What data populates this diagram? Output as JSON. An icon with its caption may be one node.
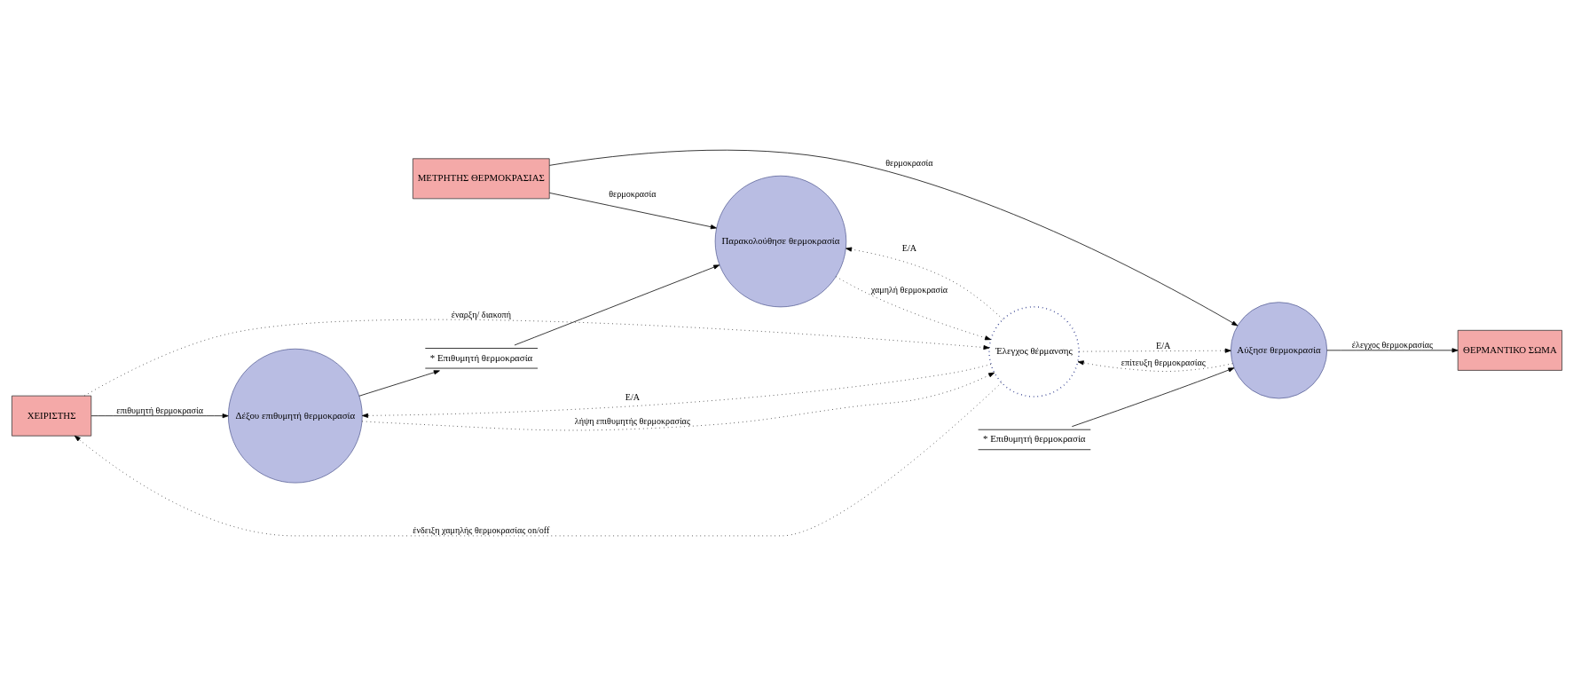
{
  "diagram": {
    "nodes": [
      {
        "text": [
          "ΧΕΙΡΙΣΤΗΣ"
        ]
      },
      {
        "text": [
          "Δέξου επιθυμητή θερμοκρασία"
        ]
      },
      {
        "text": [
          "* Επιθυμητή θερμοκρασία"
        ]
      },
      {
        "text": [
          "Παρακολούθησε θερμοκρασία"
        ]
      },
      {
        "text": [
          "ΜΕΤΡΗΤΗΣ ΘΕΡΜΟΚΡΑΣΙΑΣ"
        ]
      },
      {
        "text": [
          "Έλεγχος θέρμανσης"
        ]
      },
      {
        "text": [
          "Αύξησε θερμοκρασία"
        ]
      },
      {
        "text": [
          "* Επιθυμητή θερμοκρασία"
        ]
      },
      {
        "text": [
          "ΘΕΡΜΑΝΤΙΚΟ ΣΩΜΑ"
        ]
      }
    ],
    "edges": [
      {
        "from": 0,
        "to": 1,
        "arrow": "to",
        "label": "επιθυμητή θερμοκρασία"
      },
      {
        "from": 1,
        "to": 2,
        "arrow": "to"
      },
      {
        "from": 2,
        "to": 3,
        "arrow": "to"
      },
      {
        "from": 4,
        "to": 3,
        "arrow": "to",
        "label": "θερμοκρασία"
      },
      {
        "from": 4,
        "to": 6,
        "arrow": "to",
        "label": "θερμοκρασία"
      },
      {
        "from": 5,
        "to": 1,
        "arrow": "to",
        "label": "Ε/Α",
        "style": "dashed"
      },
      {
        "from": 1,
        "to": 5,
        "arrow": "to",
        "label": "λήψη επιθυμητής θερμοκρασίας",
        "style": "dashed"
      },
      {
        "from": 0,
        "to": 5,
        "arrow": "to",
        "label": "έναρξη/ διακοπή",
        "style": "dashed"
      },
      {
        "from": 5,
        "to": 0,
        "arrow": "to",
        "label": "ένδειξη χαμηλής θερμοκρασίας on/off",
        "style": "dashed"
      },
      {
        "from": 5,
        "to": 3,
        "arrow": "to",
        "label": "Ε/Α",
        "style": "dashed"
      },
      {
        "from": 3,
        "to": 5,
        "arrow": "to",
        "label": "χαμηλή θερμοκρασία",
        "style": "dashed"
      },
      {
        "from": 5,
        "to": 6,
        "arrow": "to",
        "label": "Ε/Α",
        "style": "dashed"
      },
      {
        "from": 6,
        "to": 5,
        "arrow": "to",
        "label": "επίτευξη θερμοκρασίας",
        "style": "dashed"
      },
      {
        "from": 7,
        "to": 6,
        "arrow": "to"
      },
      {
        "from": 6,
        "to": 8,
        "arrow": "to",
        "label": "έλεγχος θερμοκρασίας"
      }
    ]
  }
}
